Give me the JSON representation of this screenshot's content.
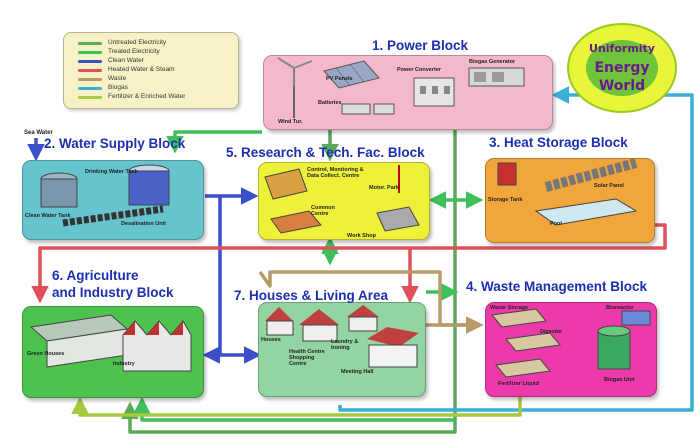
{
  "legend": {
    "items": [
      {
        "label": "Untreated Electricity",
        "color": "#5aa85a"
      },
      {
        "label": "Treated Electricity",
        "color": "#3fbf5a"
      },
      {
        "label": "Clean Water",
        "color": "#3a4fc8"
      },
      {
        "label": "Heated Water & Steam",
        "color": "#e0505a"
      },
      {
        "label": "Waste",
        "color": "#b89a6a"
      },
      {
        "label": "Biogas",
        "color": "#3aaed8"
      },
      {
        "label": "Fertilizer & Enriched Water",
        "color": "#a8c840"
      }
    ]
  },
  "logo": {
    "line1": "Uniformity",
    "line2": "Energy",
    "line3": "World"
  },
  "inputs": {
    "sea_water": "Sea Water"
  },
  "blocks": {
    "power": {
      "title": "1. Power Block",
      "color": "#f4b8cc",
      "labels": {
        "pv": "PV Panels",
        "converter": "Power Converter",
        "biogas": "Biogas Generator",
        "batteries": "Batteries",
        "wind": "Wind Tur."
      }
    },
    "water": {
      "title": "2. Water Supply Block",
      "color": "#66c4cf",
      "labels": {
        "drinking": "Drinking Water Tank",
        "clean": "Clean Water Tank",
        "desal": "Desalination Unit"
      }
    },
    "heat": {
      "title": "3. Heat Storage Block",
      "color": "#f0a63a",
      "labels": {
        "solar": "Solar Panel",
        "storage": "Storage Tank",
        "pool": "Pool"
      }
    },
    "waste": {
      "title": "4. Waste Management Block",
      "color": "#ec3aaa",
      "labels": {
        "waste_storage": "Waste Storage",
        "bioreactor": "Bioreactor",
        "digestor": "Digestor",
        "fertilizer": "Fertilizer Liquid",
        "biogas_unit": "Biogas Unit"
      }
    },
    "research": {
      "title": "5. Research & Tech. Fac. Block",
      "color": "#eef03a",
      "labels": {
        "control": "Control, Monitoring & Data Collect. Centre",
        "motor": "Motor. Park",
        "common": "Common Centre",
        "workshop": "Work Shop"
      }
    },
    "agri": {
      "title_line1": "6. Agriculture",
      "title_line2": "and Industry Block",
      "color": "#4ec24e",
      "labels": {
        "green": "Green Houses",
        "industry": "Industry"
      }
    },
    "houses": {
      "title": "7. Houses & Living Area",
      "color": "#92d4a2",
      "labels": {
        "houses": "Houses",
        "health": "Health Centre Shopping Centre",
        "laundry": "Laundry & Ironing",
        "meeting": "Meeting Hall"
      }
    }
  }
}
